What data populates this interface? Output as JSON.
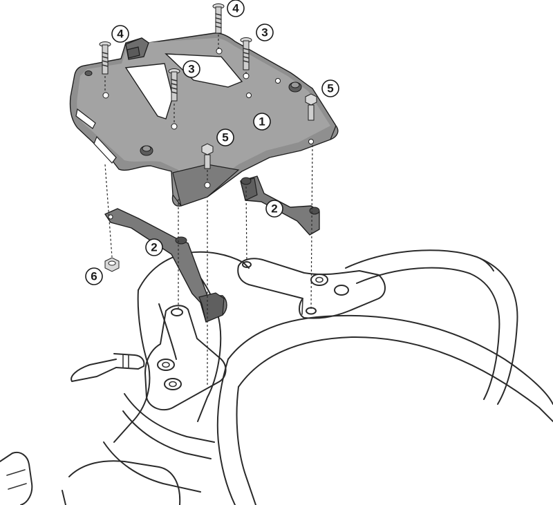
{
  "colors": {
    "plate": "#8f8f8f",
    "plate_dark": "#6e6e6e",
    "bracket": "#7a7a7a",
    "bolt": "#d9d9d9",
    "line": "#1e1e1e"
  },
  "callouts": [
    {
      "label": "4"
    },
    {
      "label": "4"
    },
    {
      "label": "3"
    },
    {
      "label": "3"
    },
    {
      "label": "5"
    },
    {
      "label": "1"
    },
    {
      "label": "5"
    },
    {
      "label": "2"
    },
    {
      "label": "2"
    },
    {
      "label": "6"
    }
  ]
}
